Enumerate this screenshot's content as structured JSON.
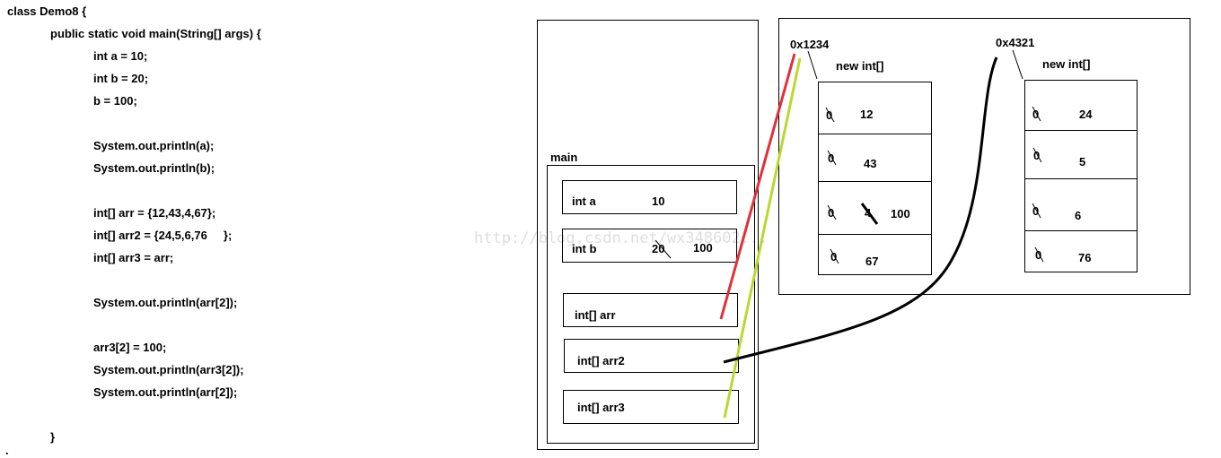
{
  "code": {
    "lines": [
      "class Demo8 {",
      "public static void main(String[] args) {",
      "int a = 10;",
      "int b = 20;",
      "b = 100;",
      "System.out.println(a);",
      "System.out.println(b);",
      "int[] arr = {12,43,4,67};",
      "int[] arr2 = {24,5,6,76     };",
      "int[] arr3 = arr;",
      "System.out.println(arr[2]);",
      "arr3[2] = 100;",
      "System.out.println(arr3[2]);",
      "System.out.println(arr[2]);",
      "}",
      "."
    ]
  },
  "stack": {
    "frame_label": "main",
    "vars": [
      {
        "label": "int a",
        "value": "10",
        "new_value": ""
      },
      {
        "label": "int b",
        "value": "20",
        "new_value": "100"
      },
      {
        "label": "int[]  arr",
        "value": "",
        "new_value": ""
      },
      {
        "label": "int[] arr2",
        "value": "",
        "new_value": ""
      },
      {
        "label": "int[] arr3",
        "value": "",
        "new_value": ""
      }
    ]
  },
  "heap": {
    "arrays": [
      {
        "address": "0x1234",
        "title": "new  int[]",
        "cells": [
          {
            "old": "0",
            "value": "12",
            "extra": ""
          },
          {
            "old": "0",
            "value": "43",
            "extra": ""
          },
          {
            "old": "0",
            "value": "4",
            "extra": "100"
          },
          {
            "old": "0",
            "value": "67",
            "extra": ""
          }
        ]
      },
      {
        "address": "0x4321",
        "title": "new  int[]",
        "cells": [
          {
            "old": "0",
            "value": "24",
            "extra": ""
          },
          {
            "old": "0",
            "value": "5",
            "extra": ""
          },
          {
            "old": "0",
            "value": "6",
            "extra": ""
          },
          {
            "old": "0",
            "value": "76",
            "extra": ""
          }
        ]
      }
    ]
  },
  "colors": {
    "arr_pointer": "#e0303a",
    "arr3_pointer": "#b8d930",
    "arr2_pointer": "#000000"
  },
  "watermark": "http://blog.csdn.net/wx348602..."
}
